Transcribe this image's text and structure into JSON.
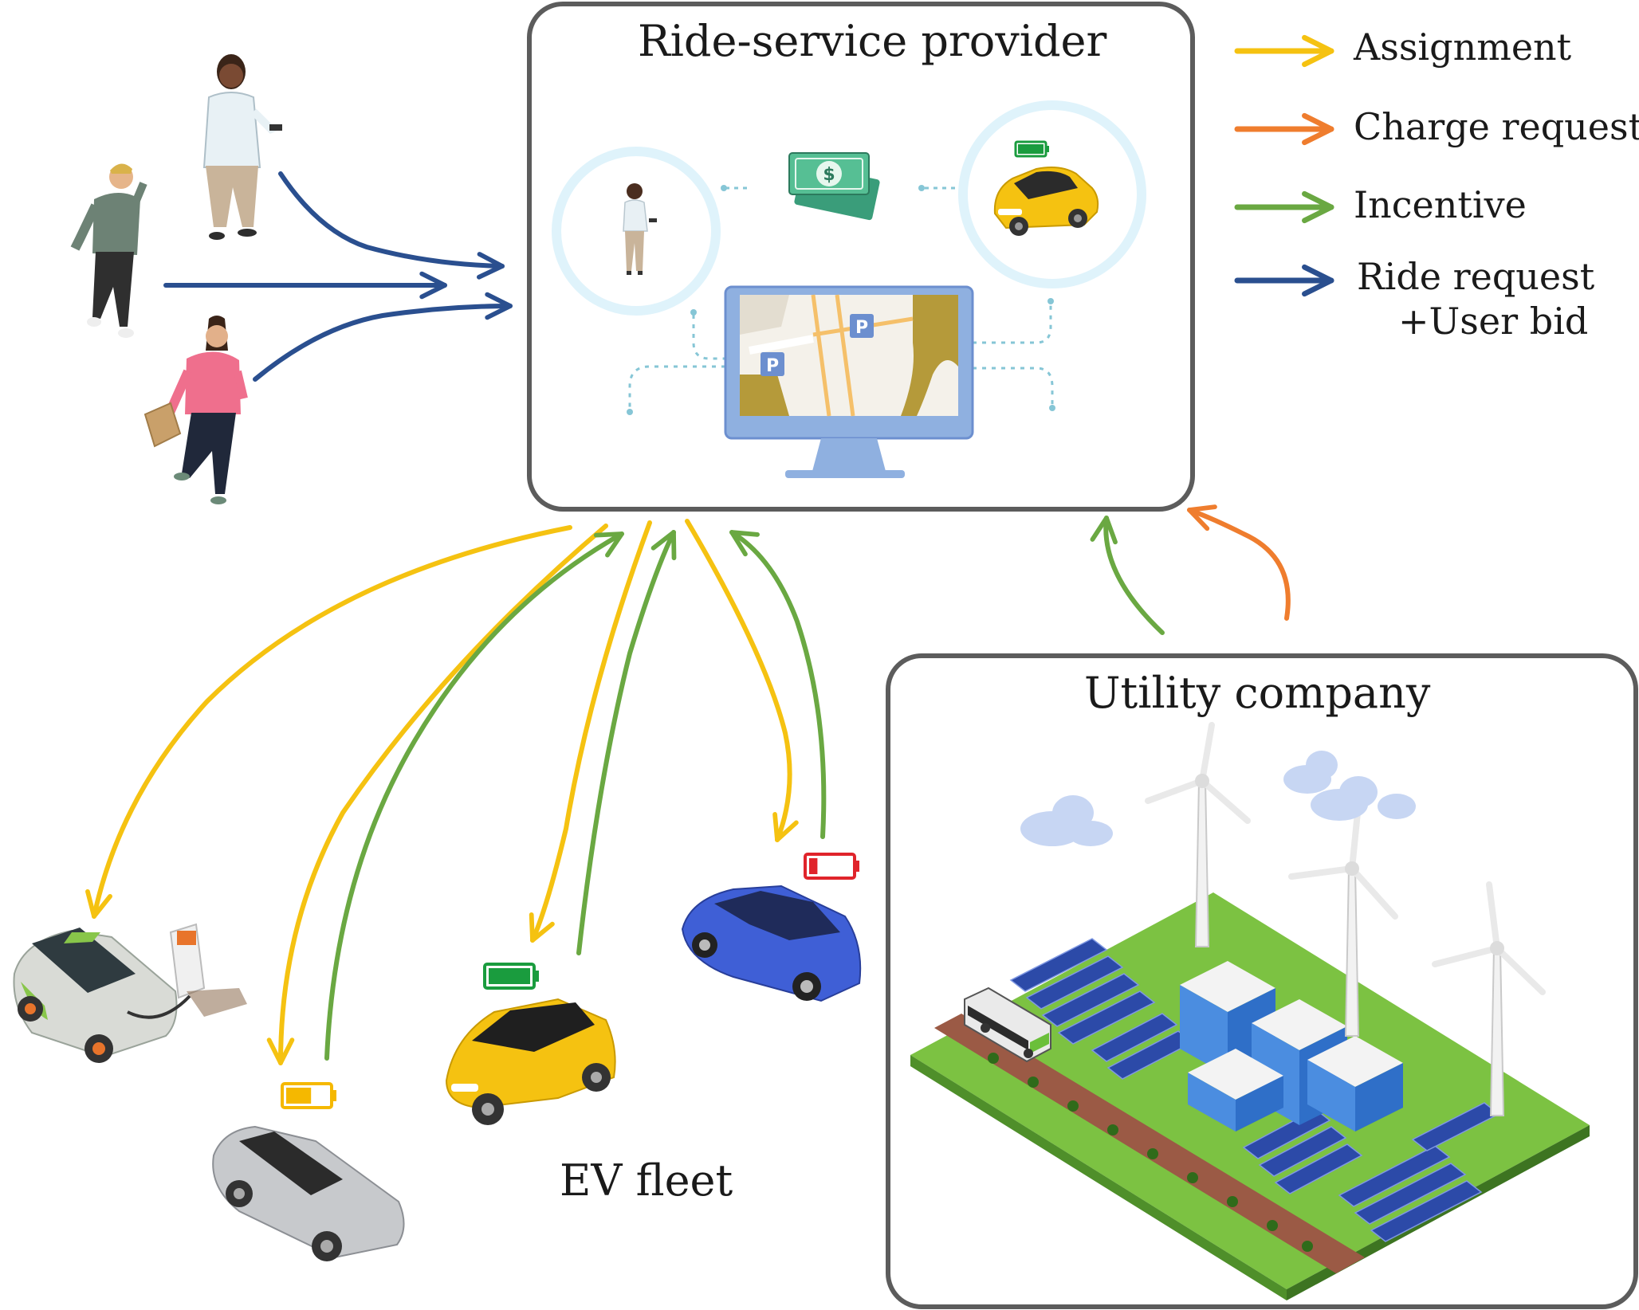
{
  "colors": {
    "assignment": "#f5c211",
    "charge_request": "#ef7d2e",
    "incentive": "#6aa842",
    "ride_request": "#2a4f8f",
    "box_border": "#5c5c5c"
  },
  "provider": {
    "title": "Ride-service provider"
  },
  "utility": {
    "title": "Utility company"
  },
  "fleet": {
    "label": "EV fleet"
  },
  "legend": {
    "assignment": "Assignment",
    "charge_request": "Charge request",
    "incentive": "Incentive",
    "ride_request_line1": "Ride request",
    "ride_request_line2": "+User bid"
  },
  "battery_levels": {
    "green_car": 1.0,
    "yellow_small": 0.6,
    "red_blue_car": 0.2,
    "screen_car": 1.0
  },
  "icons": [
    "woman-user-icon",
    "running-man-icon",
    "walking-woman-icon",
    "money-icon",
    "taxi-icon",
    "monitor-map-icon",
    "ev-charging-car-icon",
    "silver-car-icon",
    "yellow-car-icon",
    "blue-suv-icon",
    "wind-turbine-icon",
    "solar-panel-icon",
    "building-icon",
    "bus-icon",
    "cloud-icon",
    "battery-icon"
  ]
}
